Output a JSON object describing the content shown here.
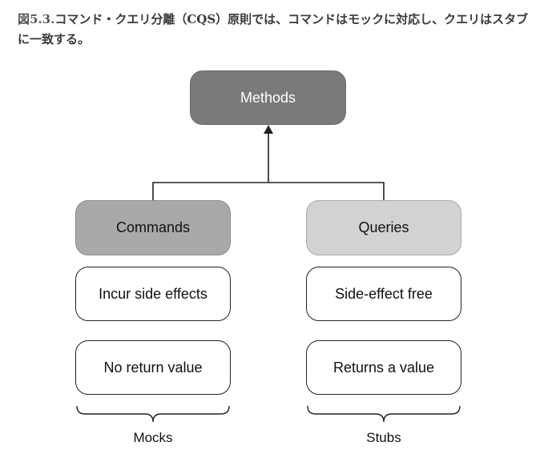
{
  "caption": {
    "figure_label": "図5.3.",
    "text": "コマンド・クエリ分離（CQS）原則では、コマンドはモックに対応し、クエリはスタブに一致する。"
  },
  "diagram": {
    "root": {
      "label": "Methods"
    },
    "branches": [
      {
        "label": "Commands",
        "properties": [
          "Incur side effects",
          "No return value"
        ],
        "group_label": "Mocks"
      },
      {
        "label": "Queries",
        "properties": [
          "Side-effect free",
          "Returns a value"
        ],
        "group_label": "Stubs"
      }
    ],
    "colors": {
      "root_fill": "#7a7a7a",
      "commands_fill": "#a9a9a9",
      "queries_fill": "#d2d2d2",
      "leaf_fill": "#ffffff",
      "line": "#222222"
    }
  }
}
